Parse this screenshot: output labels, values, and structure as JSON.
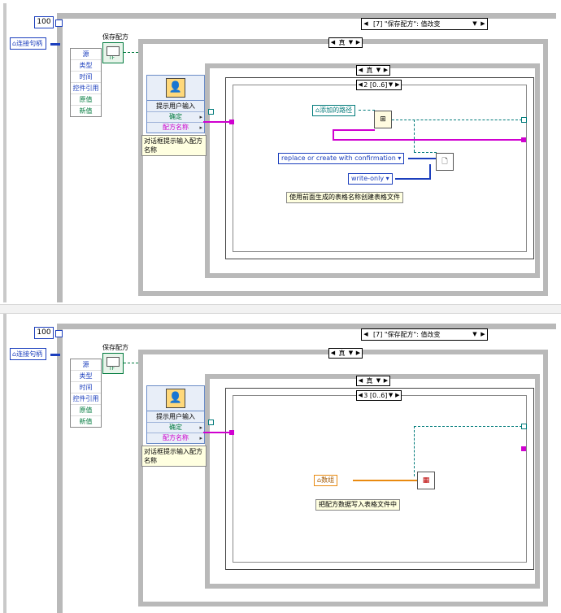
{
  "panels": [
    {
      "loop_count": "100",
      "event_case": "[7] \"保存配方\": 值改变",
      "reference_label": "连接句柄",
      "event_data_items": [
        "源",
        "类型",
        "时间",
        "控件引用",
        "原值",
        "新值"
      ],
      "bool_label": "保存配方",
      "bool_tf": "TF",
      "outer_case": "真",
      "middle_case": "真",
      "sequence_frame": "2 [0..6]",
      "prompt_node": {
        "title": "提示用户输入",
        "ok": "确定",
        "name": "配方名称"
      },
      "comment_left": "对话框提示输入配方名称",
      "path_label": "添加的路径",
      "mode_constant": "replace or create with confirmation",
      "access_constant": "write-only",
      "comment_inner": "使用前面生成的表格名称创建表格文件"
    },
    {
      "loop_count": "100",
      "event_case": "[7] \"保存配方\": 值改变",
      "reference_label": "连接句柄",
      "event_data_items": [
        "源",
        "类型",
        "时间",
        "控件引用",
        "原值",
        "新值"
      ],
      "bool_label": "保存配方",
      "bool_tf": "TF",
      "outer_case": "真",
      "middle_case": "真",
      "sequence_frame": "3 [0..6]",
      "prompt_node": {
        "title": "提示用户输入",
        "ok": "确定",
        "name": "配方名称"
      },
      "comment_left": "对话框提示输入配方名称",
      "data_label": "数组",
      "comment_inner": "把配方数据写入表格文件中"
    }
  ],
  "colors": {
    "reference_blue": "#1c3fbd",
    "path_teal": "#007a7a",
    "string_pink": "#d000d0",
    "array_orange": "#e98a10",
    "boolean_green": "#007a3d"
  }
}
